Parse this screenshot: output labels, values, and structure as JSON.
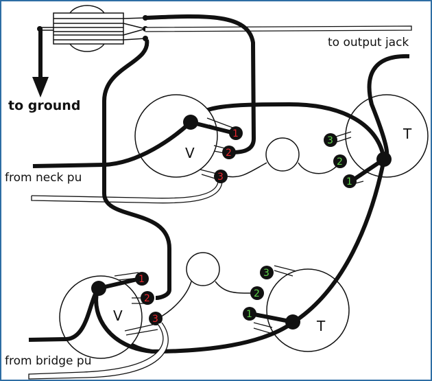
{
  "diagram": {
    "title": "Guitar wiring diagram - two volume and two tone pots",
    "labels": {
      "to_ground": "to ground",
      "to_output_jack": "to output jack",
      "from_neck_pu": "from neck pu",
      "from_bridge_pu": "from bridge pu"
    },
    "pots": [
      {
        "id": "neck-volume",
        "letter": "V",
        "lugs": [
          "1",
          "2",
          "3"
        ],
        "lug_color": "#e8262e"
      },
      {
        "id": "neck-tone",
        "letter": "T",
        "lugs": [
          "1",
          "2",
          "3"
        ],
        "lug_color": "#5ed44a"
      },
      {
        "id": "bridge-volume",
        "letter": "V",
        "lugs": [
          "1",
          "2",
          "3"
        ],
        "lug_color": "#e8262e"
      },
      {
        "id": "bridge-tone",
        "letter": "T",
        "lugs": [
          "1",
          "2",
          "3"
        ],
        "lug_color": "#5ed44a"
      }
    ],
    "colors": {
      "wire": "#111111",
      "border": "#2e6da4",
      "red_lug_text": "#e8262e",
      "green_lug_text": "#5ed44a"
    }
  }
}
